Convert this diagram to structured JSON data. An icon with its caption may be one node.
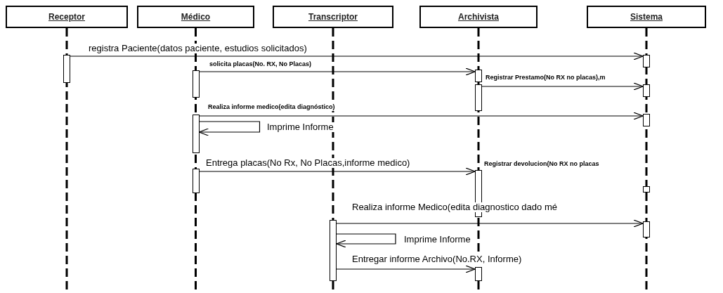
{
  "diagram": {
    "nodes": [
      {
        "text": [
          "Receptor"
        ]
      },
      {
        "text": [
          "Médico"
        ]
      },
      {
        "text": [
          "Transcriptor"
        ]
      },
      {
        "text": [
          "Archivista"
        ]
      },
      {
        "text": [
          "Sistema"
        ]
      },
      {
        "text": [],
        "shape": "bar"
      },
      {
        "text": [],
        "shape": "bar"
      },
      {
        "text": [],
        "shape": "bar"
      },
      {
        "text": [],
        "shape": "bar"
      },
      {
        "text": [],
        "shape": "bar"
      },
      {
        "text": [],
        "shape": "bar"
      },
      {
        "text": [],
        "shape": "bar"
      },
      {
        "text": [],
        "shape": "bar"
      },
      {
        "text": [],
        "shape": "bar"
      },
      {
        "text": [],
        "shape": "bar"
      },
      {
        "text": [],
        "shape": "bar"
      },
      {
        "text": [],
        "shape": "bar"
      },
      {
        "text": [],
        "shape": "bar"
      },
      {
        "text": [],
        "shape": "bar"
      }
    ],
    "edges": [
      {
        "from": 5,
        "to": 6,
        "arrow": "to",
        "label": "registra Paciente(datos paciente, estudios solicitados)"
      },
      {
        "from": 8,
        "to": 7,
        "arrow": "to",
        "label": "solicita placas(No. RX, No Placas)"
      },
      {
        "from": 9,
        "to": 10,
        "arrow": "to",
        "label": "Registrar Prestamo(No RX no placas),m"
      },
      {
        "from": 12,
        "to": 11,
        "arrow": "to",
        "label": "Realiza informe medico(edita diagnóstico)"
      },
      {
        "from": 12,
        "to": 12,
        "arrow": "to",
        "label": "Imprime Informe"
      },
      {
        "from": 13,
        "to": 14,
        "arrow": "to",
        "label": "Entrega placas(No Rx, No Placas,informe medico)"
      },
      {
        "from": 16,
        "to": 17,
        "arrow": "to",
        "label": "Realiza informe Medico(edita diagnostico dado mé"
      },
      {
        "from": 16,
        "to": 16,
        "arrow": "to",
        "label": "Imprime Informe"
      },
      {
        "from": 16,
        "to": 18,
        "arrow": "to",
        "label": "Entregar informe Archivo(No.RX, Informe)"
      }
    ],
    "labels": [
      "Registrar devolucion(No RX no placas"
    ]
  }
}
